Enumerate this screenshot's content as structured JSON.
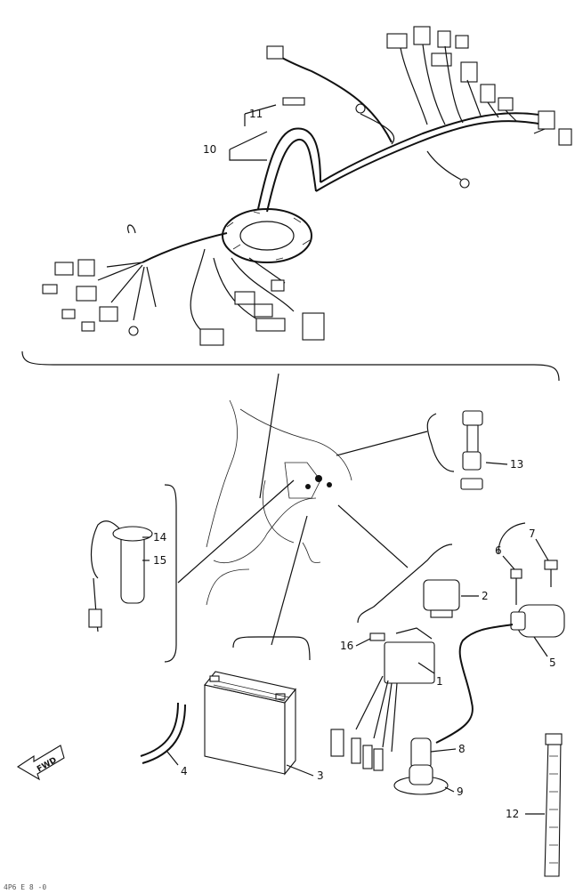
{
  "diagram": {
    "callouts": [
      {
        "id": "c1",
        "label": "1"
      },
      {
        "id": "c2",
        "label": "2"
      },
      {
        "id": "c3",
        "label": "3"
      },
      {
        "id": "c4",
        "label": "4"
      },
      {
        "id": "c5",
        "label": "5"
      },
      {
        "id": "c6",
        "label": "6"
      },
      {
        "id": "c7",
        "label": "7"
      },
      {
        "id": "c8",
        "label": "8"
      },
      {
        "id": "c9",
        "label": "9"
      },
      {
        "id": "c10",
        "label": "10"
      },
      {
        "id": "c11",
        "label": "11"
      },
      {
        "id": "c12",
        "label": "12"
      },
      {
        "id": "c13",
        "label": "13"
      },
      {
        "id": "c14",
        "label": "14"
      },
      {
        "id": "c15",
        "label": "15"
      },
      {
        "id": "c16",
        "label": "16"
      }
    ],
    "fwd_label": "FWD",
    "footer_code": "4P6 E 8 -0"
  }
}
